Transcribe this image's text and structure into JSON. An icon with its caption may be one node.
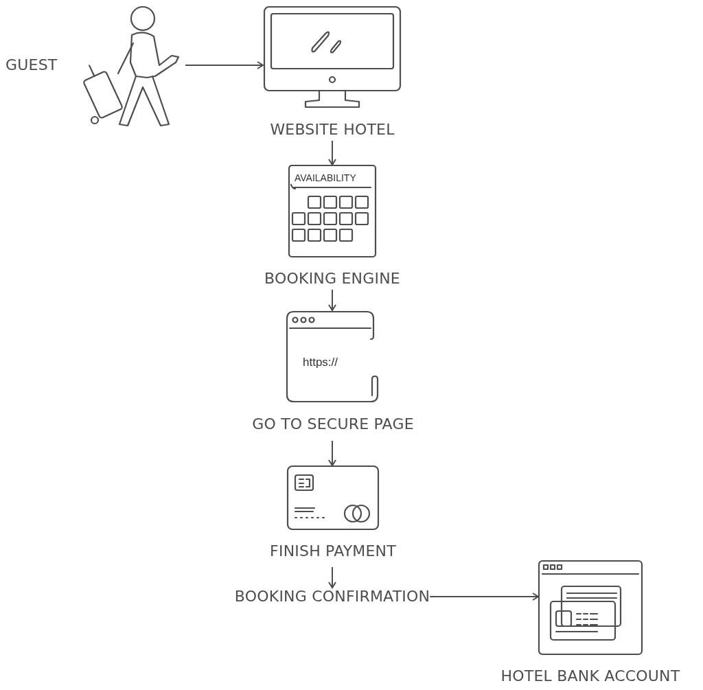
{
  "diagram": {
    "nodes": [
      {
        "text": [
          "GUEST"
        ]
      },
      {
        "text": [
          "WEBSITE HOTEL"
        ]
      },
      {
        "text": [
          "AVAILABILITY",
          "BOOKING ENGINE"
        ]
      },
      {
        "text": [
          "https://",
          "GO TO SECURE PAGE"
        ]
      },
      {
        "text": [
          "FINISH PAYMENT"
        ]
      },
      {
        "text": [
          "BOOKING CONFIRMATION"
        ]
      },
      {
        "text": [
          "HOTEL BANK ACCOUNT"
        ]
      }
    ],
    "edges": [
      {
        "from": 0,
        "to": 1,
        "arrow": "to"
      },
      {
        "from": 1,
        "to": 2,
        "arrow": "to"
      },
      {
        "from": 2,
        "to": 3,
        "arrow": "to"
      },
      {
        "from": 3,
        "to": 4,
        "arrow": "to"
      },
      {
        "from": 4,
        "to": 5,
        "arrow": "to"
      },
      {
        "from": 5,
        "to": 6,
        "arrow": "to"
      }
    ]
  }
}
